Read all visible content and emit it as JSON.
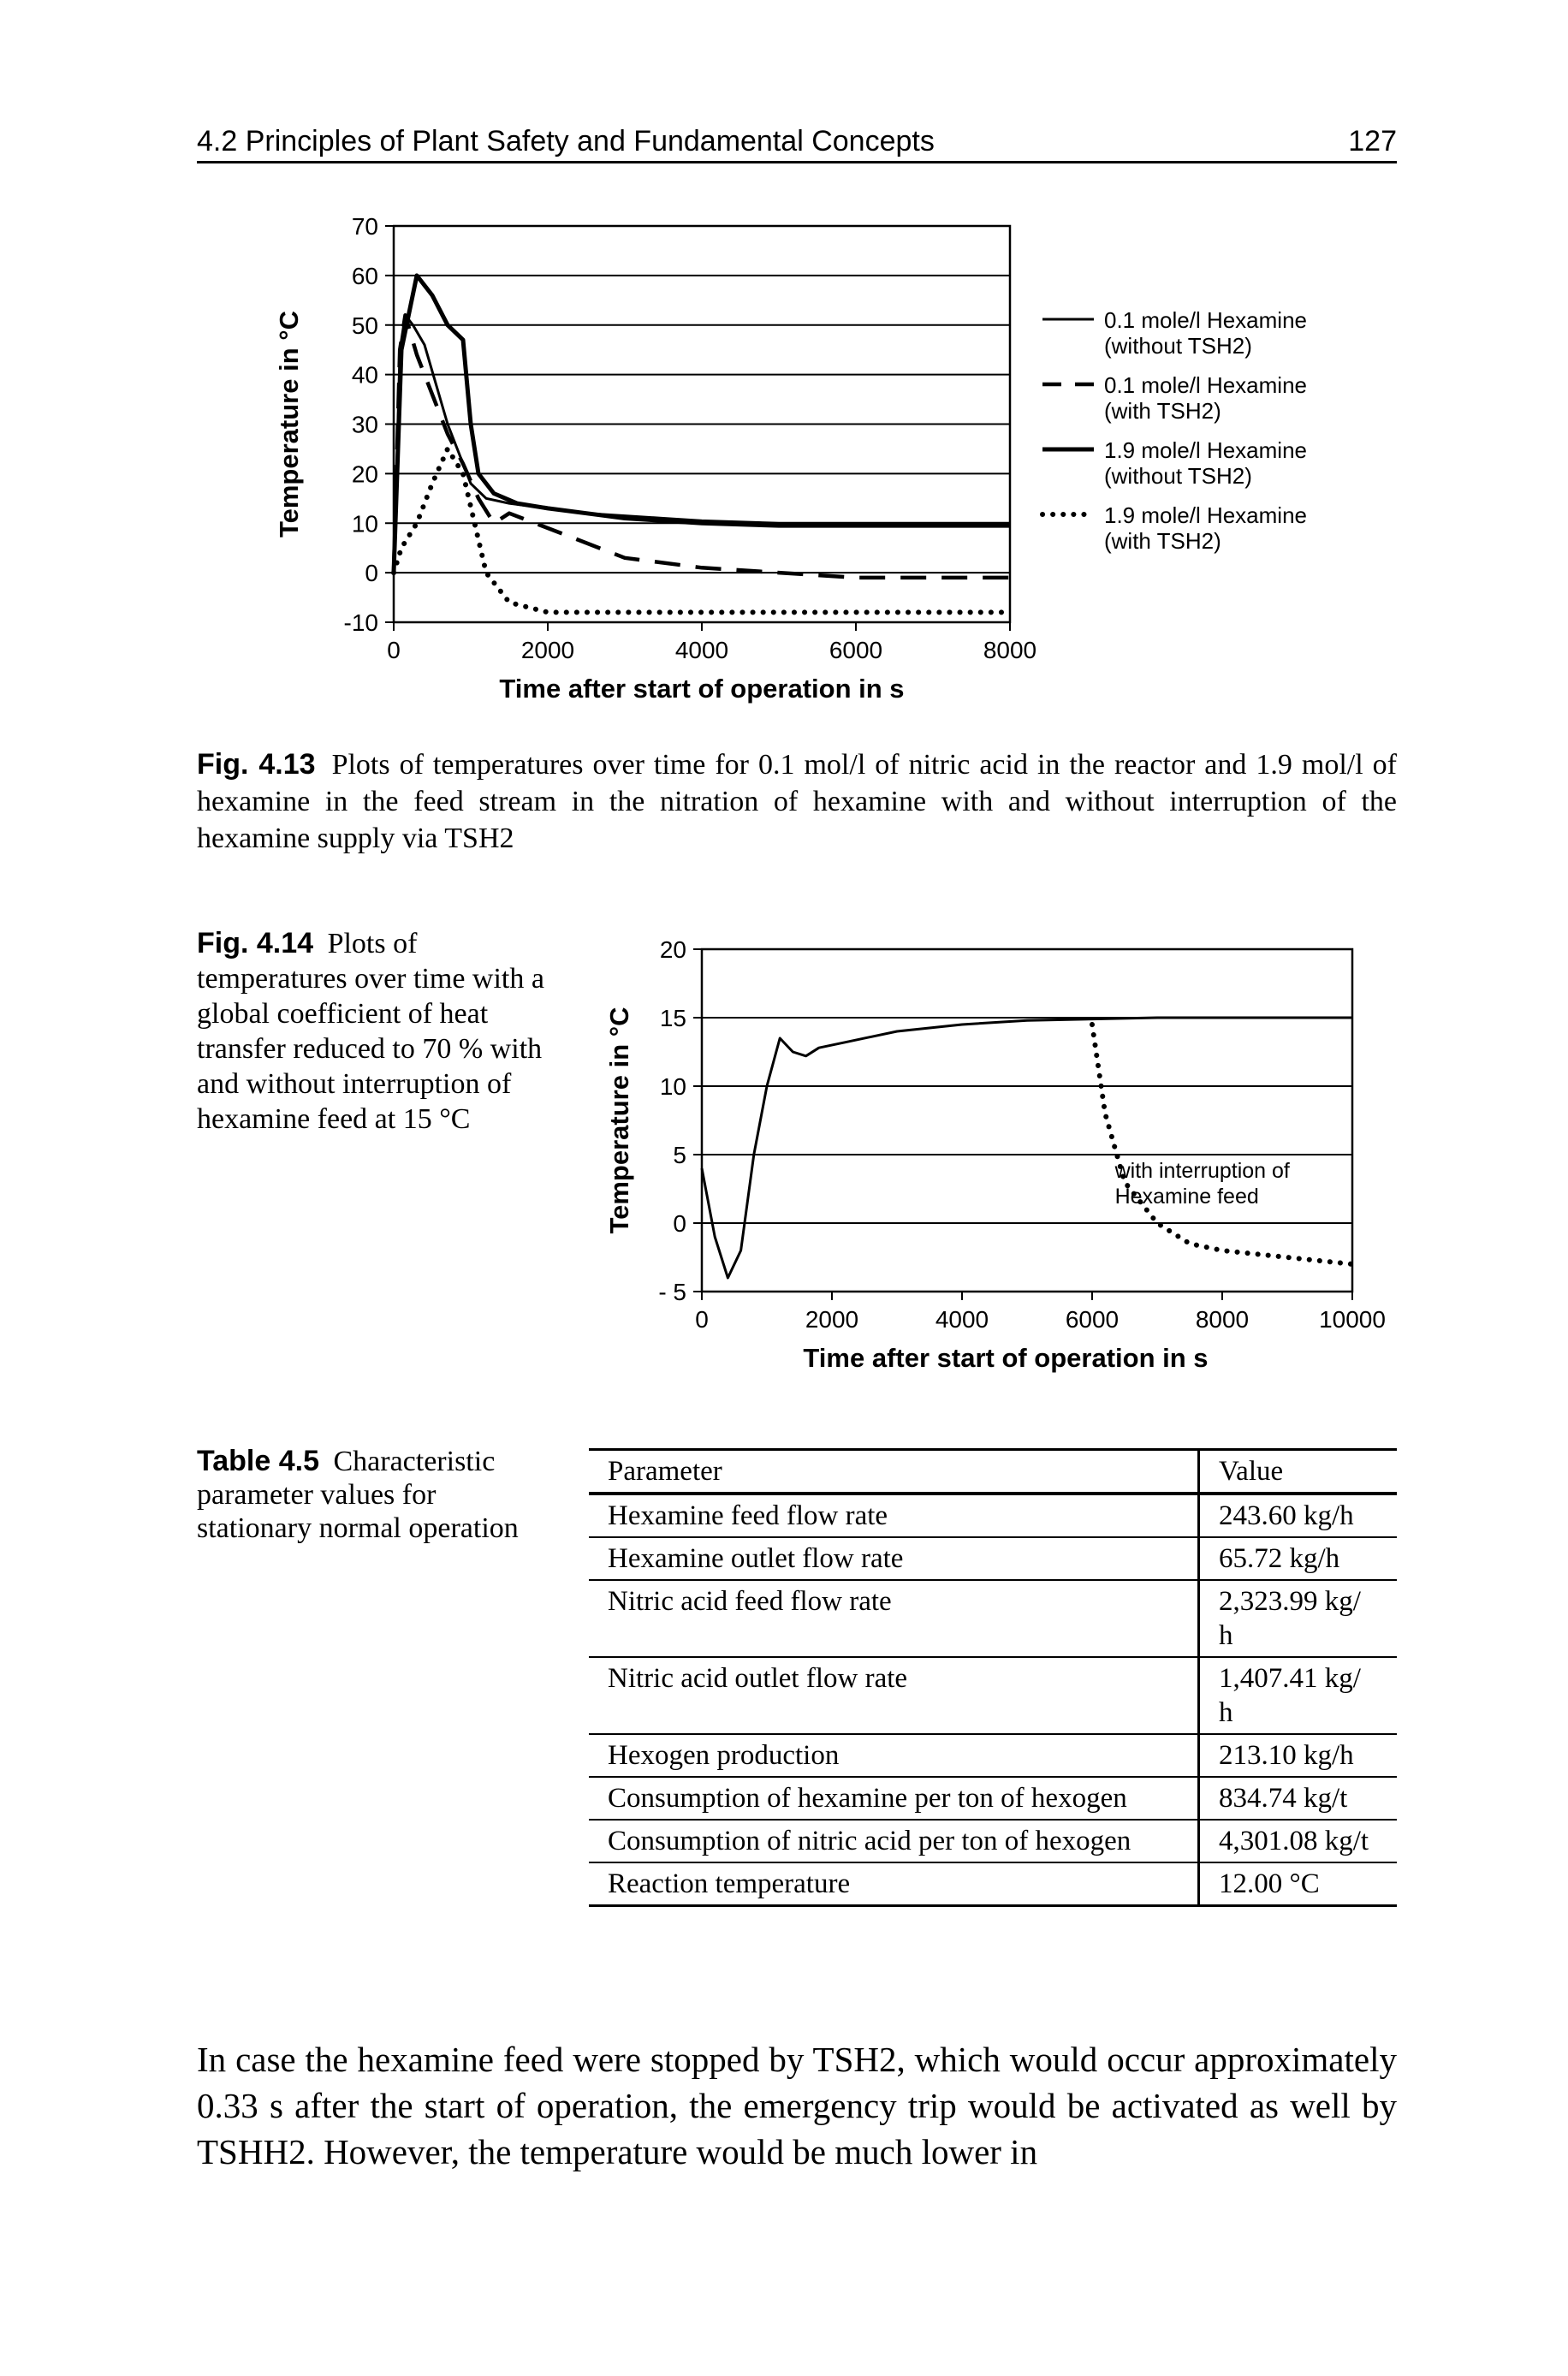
{
  "running_head": {
    "title": "4.2 Principles of Plant Safety and Fundamental Concepts",
    "page_number": "127"
  },
  "figure_4_13": {
    "caption_label": "Fig. 4.13",
    "caption_text": "Plots of temperatures over time for 0.1 mol/l of nitric acid in the reactor and 1.9 mol/l of hexamine in the feed stream in the nitration of hexamine with and without interruption of the hexamine supply via TSH2",
    "xlabel": "Time after start of operation in s",
    "ylabel": "Temperature in °C",
    "x_ticks": [
      "0",
      "2000",
      "4000",
      "6000",
      "8000"
    ],
    "y_ticks": [
      "70",
      "60",
      "50",
      "40",
      "30",
      "20",
      "10",
      "0",
      "-10"
    ],
    "legend": [
      [
        "0.1 mole/l Hexamine",
        "(without TSH2)"
      ],
      [
        "0.1 mole/l Hexamine",
        "(with TSH2)"
      ],
      [
        "1.9 mole/l Hexamine",
        "(without TSH2)"
      ],
      [
        "1.9 mole/l Hexamine",
        "(with TSH2)"
      ]
    ]
  },
  "figure_4_14": {
    "caption_label": "Fig. 4.14",
    "caption_text": "Plots of temperatures over time with a global coefficient of heat transfer reduced to 70 % with and without interruption of hexamine feed at 15 °C",
    "xlabel": "Time after start of operation in s",
    "ylabel": "Temperature in °C",
    "x_ticks": [
      "0",
      "2000",
      "4000",
      "6000",
      "8000",
      "10000"
    ],
    "y_ticks": [
      "20",
      "15",
      "10",
      "5",
      "0",
      "- 5"
    ],
    "annotation": [
      "with interruption of",
      "Hexamine feed"
    ]
  },
  "chart_data": [
    {
      "type": "line",
      "title": "",
      "xlabel": "Time after start of operation in s",
      "ylabel": "Temperature in °C",
      "xlim": [
        0,
        8000
      ],
      "ylim": [
        -10,
        70
      ],
      "grid": "horizontal",
      "legend_position": "right",
      "series": [
        {
          "name": "0.1 mole/l Hexamine (without TSH2)",
          "style": "solid",
          "x": [
            0,
            80,
            150,
            250,
            400,
            700,
            900,
            1000,
            1200,
            1500,
            2000,
            2500,
            3000,
            3500,
            4000,
            5000,
            6000,
            7000,
            8000
          ],
          "y": [
            0,
            45,
            52,
            50,
            46,
            30,
            22,
            18,
            15,
            14,
            13,
            12,
            11.5,
            11,
            10.5,
            10,
            10,
            10,
            10
          ]
        },
        {
          "name": "0.1 mole/l Hexamine (with TSH2)",
          "style": "dashed",
          "x": [
            0,
            80,
            150,
            300,
            500,
            700,
            900,
            1100,
            1300,
            1500,
            2000,
            2500,
            3000,
            4000,
            5000,
            6000,
            7000,
            8000
          ],
          "y": [
            0,
            45,
            52,
            44,
            36,
            28,
            22,
            15,
            10,
            12,
            9,
            6,
            3,
            1,
            0,
            -1,
            -1,
            -1
          ]
        },
        {
          "name": "1.9 mole/l Hexamine (without TSH2)",
          "style": "solid-thick",
          "x": [
            0,
            100,
            300,
            500,
            700,
            900,
            1000,
            1100,
            1300,
            1600,
            2000,
            2500,
            3000,
            3500,
            4000,
            5000,
            6000,
            7000,
            8000
          ],
          "y": [
            0,
            45,
            60,
            56,
            50,
            47,
            30,
            20,
            16,
            14,
            13,
            12,
            11,
            10.5,
            10,
            9.5,
            9.5,
            9.5,
            9.5
          ]
        },
        {
          "name": "1.9 mole/l Hexamine (with TSH2)",
          "style": "dotted",
          "x": [
            0,
            100,
            300,
            500,
            700,
            900,
            1200,
            1500,
            2000,
            3000,
            4000,
            5000,
            6000,
            7000,
            8000
          ],
          "y": [
            0,
            5,
            10,
            18,
            25,
            20,
            0,
            -6,
            -8,
            -8,
            -8,
            -8,
            -8,
            -8,
            -8
          ]
        }
      ]
    },
    {
      "type": "line",
      "title": "",
      "xlabel": "Time after start of operation in s",
      "ylabel": "Temperature in °C",
      "xlim": [
        0,
        10000
      ],
      "ylim": [
        -5,
        20
      ],
      "grid": "horizontal",
      "series": [
        {
          "name": "",
          "style": "solid",
          "x": [
            0,
            200,
            400,
            600,
            800,
            1000,
            1200,
            1400,
            1600,
            1800,
            2200,
            3000,
            4000,
            5000,
            6000,
            7000,
            8000,
            9000,
            10000
          ],
          "y": [
            4,
            -1,
            -4,
            -2,
            5,
            10,
            13.5,
            12.5,
            12.2,
            12.8,
            13.2,
            14.0,
            14.5,
            14.8,
            14.9,
            15,
            15,
            15,
            15
          ]
        },
        {
          "name": "with interruption of Hexamine feed",
          "style": "dotted",
          "x": [
            6000,
            6200,
            6500,
            7000,
            7500,
            8000,
            9000,
            10000
          ],
          "y": [
            14.5,
            8,
            3,
            0,
            -1.5,
            -2,
            -2.5,
            -3
          ]
        }
      ]
    }
  ],
  "table_4_5": {
    "caption_label": "Table 4.5",
    "caption_text": "Characteristic parameter values for stationary normal operation",
    "headers": [
      "Parameter",
      "Value"
    ],
    "rows": [
      [
        "Hexamine feed flow rate",
        "243.60 kg/h"
      ],
      [
        "Hexamine outlet flow rate",
        "65.72 kg/h"
      ],
      [
        "Nitric acid feed flow rate",
        "2,323.99 kg/ h"
      ],
      [
        "Nitric acid outlet flow rate",
        "1,407.41 kg/ h"
      ],
      [
        "Hexogen production",
        "213.10 kg/h"
      ],
      [
        "Consumption of hexamine per ton of hexogen",
        "834.74 kg/t"
      ],
      [
        "Consumption of nitric acid per ton of hexogen",
        "4,301.08 kg/t"
      ],
      [
        "Reaction temperature",
        "12.00 °C"
      ]
    ]
  },
  "body_paragraph": "In case the hexamine feed were stopped by TSH2, which would occur approximately 0.33 s after the start of operation, the emergency trip would be activated as well by TSHH2. However, the temperature would be much lower in"
}
